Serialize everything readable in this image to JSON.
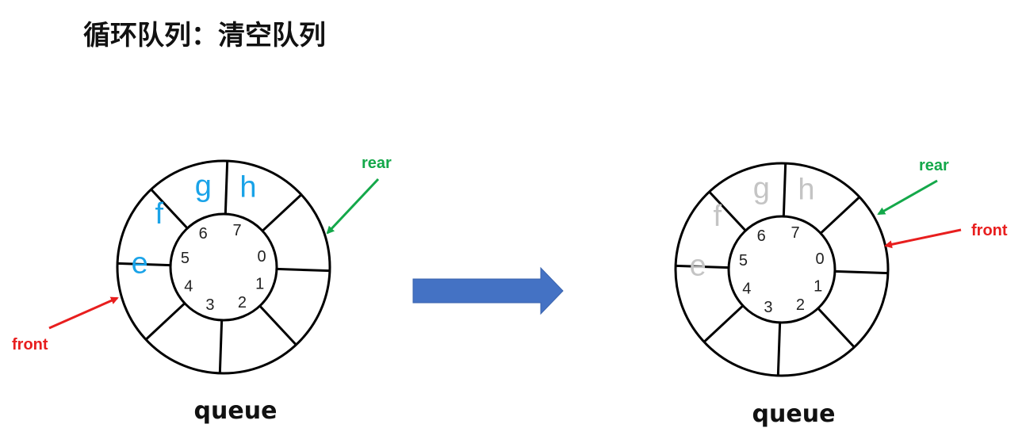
{
  "title": "循环队列：清空队列",
  "colors": {
    "ring": "#000000",
    "filled_element": "#1aa3e8",
    "cleared_element": "#c4c4c4",
    "front_pointer": "#e81e1e",
    "rear_pointer": "#14a84a",
    "transition_arrow": "#4472c4"
  },
  "before": {
    "caption": "queue",
    "indices": [
      "0",
      "1",
      "2",
      "3",
      "4",
      "5",
      "6",
      "7"
    ],
    "elements": {
      "4": "e",
      "5": "f",
      "6": "g",
      "7": "h"
    },
    "front_label": "front",
    "rear_label": "rear"
  },
  "after": {
    "caption": "queue",
    "indices": [
      "0",
      "1",
      "2",
      "3",
      "4",
      "5",
      "6",
      "7"
    ],
    "elements": {
      "4": "e",
      "5": "f",
      "6": "g",
      "7": "h"
    },
    "front_label": "front",
    "rear_label": "rear"
  }
}
